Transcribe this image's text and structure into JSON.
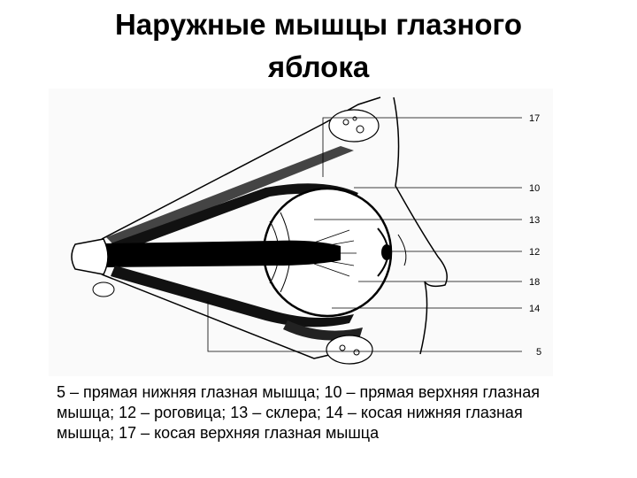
{
  "title": {
    "line1": "Наружные мышцы глазного",
    "line2": "яблока"
  },
  "diagram": {
    "labels": [
      "17",
      "10",
      "13",
      "12",
      "18",
      "14",
      "5"
    ]
  },
  "caption": {
    "line1": "5 – прямая нижняя глазная мышца; 10 – прямая верхняя глазная",
    "line2": "мышца; 12 – роговица; 13 – склера;  14 – косая нижняя глазная",
    "line3": "мышца; 17 – косая верхняя глазная мышца"
  }
}
